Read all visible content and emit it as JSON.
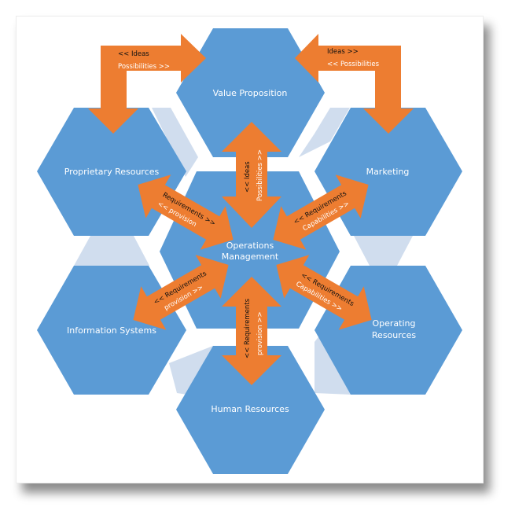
{
  "title": "Operations Management hexagon diagram",
  "colors": {
    "hexagon": "#5b9bd5",
    "connector_band": "#d0ddee",
    "arrow": "#ed7d31",
    "background": "#ffffff"
  },
  "nodes": {
    "center": {
      "label_line1": "Operations",
      "label_line2": "Management"
    },
    "value_proposition": {
      "label": "Value Proposition"
    },
    "proprietary_resources": {
      "label": "Proprietary Resources"
    },
    "marketing": {
      "label": "Marketing"
    },
    "information_systems": {
      "label": "Information Systems"
    },
    "operating_resources": {
      "label_line1": "Operating",
      "label_line2": "Resources"
    },
    "human_resources": {
      "label": "Human Resources"
    }
  },
  "arrows": {
    "top_left_elbow": {
      "dark": "<< Ideas",
      "light": "Possibilities >>"
    },
    "top_right_elbow": {
      "dark": "Ideas >>",
      "light": "<< Possibilities"
    },
    "center_to_value": {
      "dark": "<< Ideas",
      "light": "Possibilities >>"
    },
    "center_to_proprietary": {
      "dark": "Requirements >>",
      "light": "<< provision"
    },
    "center_to_marketing": {
      "dark": "<< Requirements",
      "light": "Capabilities >>"
    },
    "center_to_information": {
      "dark": "<< Requirements",
      "light": "provision >>"
    },
    "center_to_operating": {
      "dark": "<< Requirements",
      "light": "Capabilities >>"
    },
    "center_to_human": {
      "dark": "<< Requirements",
      "light": "provision >>"
    }
  }
}
